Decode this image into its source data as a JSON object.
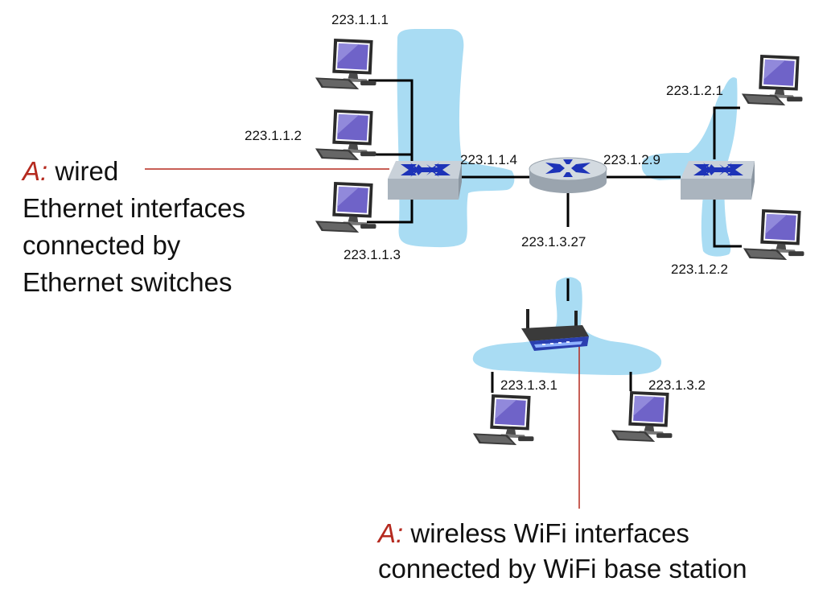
{
  "subnet_1": {
    "hosts": [
      "223.1.1.1",
      "223.1.1.2",
      "223.1.1.3"
    ],
    "switch_interface": "223.1.1.4"
  },
  "subnet_2": {
    "hosts": [
      "223.1.2.1",
      "223.1.2.2"
    ],
    "router_interface": "223.1.2.9"
  },
  "subnet_3": {
    "router_interface": "223.1.3.27",
    "hosts": [
      "223.1.3.1",
      "223.1.3.2"
    ]
  },
  "annotations": {
    "wired": {
      "prefix": "A:",
      "lines": [
        " wired",
        "Ethernet interfaces",
        "connected by",
        "Ethernet switches"
      ]
    },
    "wireless": {
      "prefix": "A:",
      "lines": [
        " wireless WiFi interfaces",
        "connected by WiFi base station"
      ]
    }
  },
  "colors": {
    "subnet_fill": "#a9dcf3",
    "annotation_accent": "#b52a1f",
    "device_body": "#b9c3cc",
    "device_x": "#1d33b8"
  },
  "icons": [
    "desktop-computer-icon",
    "ethernet-switch-icon",
    "router-icon",
    "wifi-base-station-icon"
  ]
}
